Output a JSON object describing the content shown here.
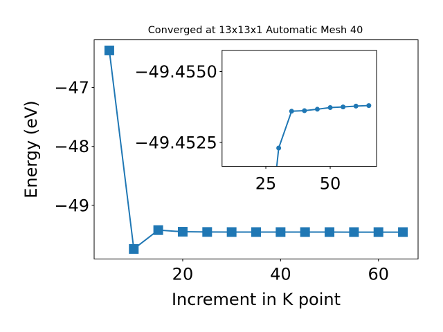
{
  "chart_data": [
    {
      "type": "line",
      "title": "Converged at 13x13x1 Automatic Mesh 40",
      "xlabel": "Increment in K point",
      "ylabel": "Energy (eV)",
      "xlim": [
        1.9,
        68.1
      ],
      "ylim": [
        -49.91,
        -46.19
      ],
      "xticks": [
        20,
        40,
        60
      ],
      "yticks": [
        -47,
        -48,
        -49
      ],
      "xtick_labels": [
        "20",
        "40",
        "60"
      ],
      "ytick_labels": [
        "−47",
        "−48",
        "−49"
      ],
      "marker": "square",
      "color": "#1f77b4",
      "grid": false,
      "series": [
        {
          "x": [
            5,
            10,
            15,
            20,
            25,
            30,
            35,
            40,
            45,
            50,
            55,
            60,
            65
          ],
          "y": [
            -46.37,
            -49.74,
            -49.42,
            -49.448,
            -49.452,
            -49.4535,
            -49.4536,
            -49.4537,
            -49.4538,
            -49.4539,
            -49.454,
            -49.454,
            -49.454
          ]
        }
      ]
    },
    {
      "type": "line",
      "title": "",
      "inset": true,
      "xlim": [
        8,
        68
      ],
      "ylim": [
        -49.45165,
        -49.45575
      ],
      "xticks": [
        25,
        50
      ],
      "yticks": [
        -49.455,
        -49.4525
      ],
      "xtick_labels": [
        "25",
        "50"
      ],
      "ytick_labels": [
        "−49.4550",
        "−49.4525"
      ],
      "marker": "circle",
      "color": "#1f77b4",
      "grid": false,
      "series": [
        {
          "x": [
            25,
            30,
            35,
            40,
            45,
            50,
            55,
            60,
            65
          ],
          "y": [
            -49.448,
            -49.4523,
            -49.4536,
            -49.45362,
            -49.45367,
            -49.45373,
            -49.45375,
            -49.45378,
            -49.4538
          ]
        }
      ]
    }
  ]
}
